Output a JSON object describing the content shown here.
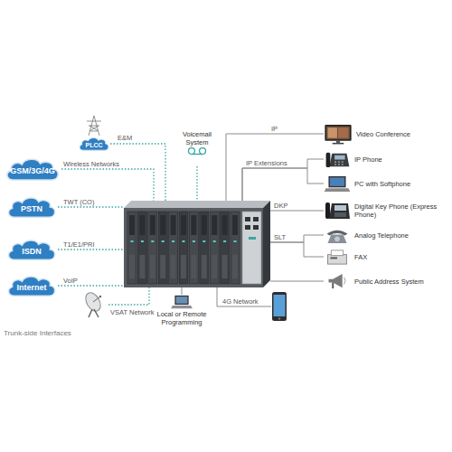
{
  "diagram": {
    "nodes": [
      {
        "text": [
          "PLCC"
        ]
      },
      {
        "text": [
          "Voicemail System"
        ]
      },
      {
        "text": [
          "GSM/3G/4G"
        ]
      },
      {
        "text": [
          "PSTN"
        ]
      },
      {
        "text": [
          "ISDN"
        ]
      },
      {
        "text": [
          "Internet"
        ]
      },
      {
        "text": []
      },
      {
        "text": []
      },
      {
        "text": [
          "Local or Remote Programming"
        ]
      },
      {
        "text": []
      },
      {
        "text": [
          "Video Conference"
        ]
      },
      {
        "text": [
          "IP Phone"
        ]
      },
      {
        "text": [
          "PC with Softphone"
        ]
      },
      {
        "text": [
          "Digital Key Phone (Express Phone)"
        ]
      },
      {
        "text": [
          "Analog Telephone"
        ]
      },
      {
        "text": [
          "FAX"
        ]
      },
      {
        "text": [
          "Public Address System"
        ]
      }
    ],
    "edges": [
      {
        "from": 0,
        "to": 6,
        "label": "E&M",
        "arrow": "none"
      },
      {
        "from": 2,
        "to": 6,
        "label": "Wireless Networks",
        "arrow": "none"
      },
      {
        "from": 3,
        "to": 6,
        "label": "TWT (CO)",
        "arrow": "none"
      },
      {
        "from": 4,
        "to": 6,
        "label": "T1/E1/PRI",
        "arrow": "none"
      },
      {
        "from": 5,
        "to": 6,
        "label": "VoIP",
        "arrow": "none"
      },
      {
        "from": 1,
        "to": 6,
        "arrow": "none"
      },
      {
        "from": 7,
        "to": 6,
        "label": "VSAT Network",
        "arrow": "none"
      },
      {
        "from": 6,
        "to": 8,
        "arrow": "none"
      },
      {
        "from": 6,
        "to": 9,
        "label": "4G Network",
        "arrow": "none"
      },
      {
        "from": 6,
        "to": 10,
        "label": "IP",
        "arrow": "none"
      },
      {
        "from": 6,
        "to": 11,
        "label": "IP Extensions",
        "arrow": "none"
      },
      {
        "from": 6,
        "to": 12,
        "arrow": "none"
      },
      {
        "from": 6,
        "to": 13,
        "label": "DKP",
        "arrow": "none"
      },
      {
        "from": 6,
        "to": 14,
        "label": "SLT",
        "arrow": "none"
      },
      {
        "from": 6,
        "to": 15,
        "arrow": "none"
      },
      {
        "from": 6,
        "to": 16,
        "arrow": "none"
      }
    ],
    "labels": [
      "Trunk-side Interfaces"
    ]
  }
}
